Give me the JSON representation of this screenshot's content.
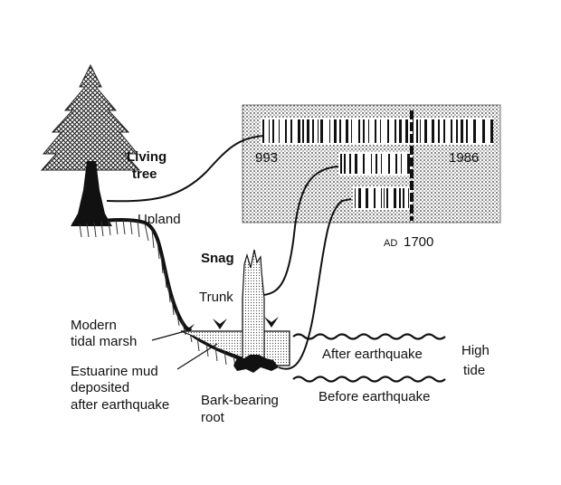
{
  "labels": {
    "living_tree_line1": "Living",
    "living_tree_line2": "tree",
    "upland": "Upland",
    "snag": "Snag",
    "trunk": "Trunk",
    "modern_marsh_line1": "Modern",
    "modern_marsh_line2": "tidal marsh",
    "mud_line1": "Estuarine mud",
    "mud_line2": "deposited",
    "mud_line3": "after earthquake",
    "root_line1": "Bark-bearing",
    "root_line2": "root",
    "after_eq": "After earthquake",
    "before_eq": "Before earthquake",
    "high_tide_line1": "High",
    "high_tide_line2": "tide"
  },
  "ring_panel": {
    "year_start": "993",
    "year_end": "1986",
    "ad_prefix": "AD",
    "ad_year": "1700"
  },
  "colors": {
    "ink": "#111111",
    "panel_fill": "#cfcfcf"
  }
}
